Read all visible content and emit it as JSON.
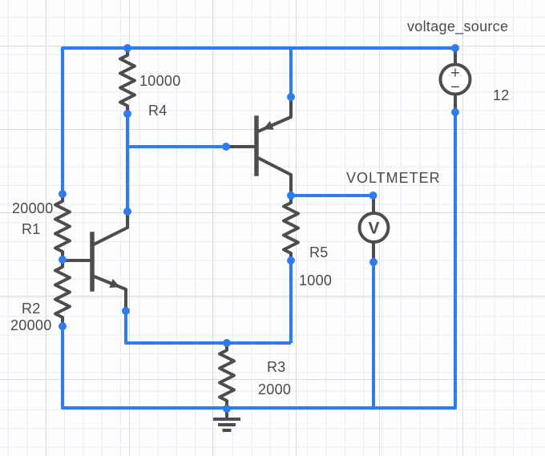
{
  "colors": {
    "wire": "#2e7cf0",
    "node": "#2e7cf0",
    "component": "#4d4d4d",
    "label": "#4a4a4a",
    "grid_minor": "#e3ecf8",
    "grid_major": "#d7dbdf"
  },
  "components": {
    "voltage_source": {
      "label": "voltage_source",
      "value": "12",
      "plus": "+",
      "minus": "−"
    },
    "voltmeter": {
      "label": "VOLTMETER",
      "glyph": "V"
    },
    "r1": {
      "label": "R1",
      "value": "20000"
    },
    "r2": {
      "label": "R2",
      "value": "20000"
    },
    "r3": {
      "label": "R3",
      "value": "2000"
    },
    "r4": {
      "label": "R4",
      "value": "10000"
    },
    "r5": {
      "label": "R5",
      "value": "1000"
    }
  }
}
